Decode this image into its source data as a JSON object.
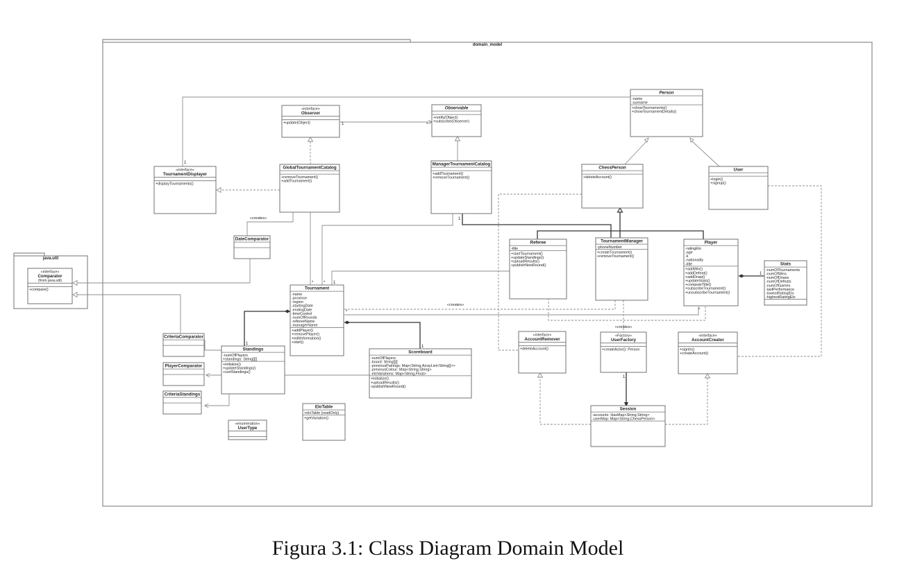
{
  "caption": "Figura 3.1: Class Diagram Domain Model",
  "packages": {
    "domain_model": "domain_model",
    "java_util": "java.util"
  },
  "classes": {
    "person": {
      "name": "Person",
      "attributes": [
        "-name",
        "-surname"
      ],
      "methods": [
        "+showTournaments()",
        "+showTournamentDetails()"
      ]
    },
    "observer": {
      "stereotype": "«interface»",
      "name": "Observer",
      "attributes": [],
      "methods": [
        "+update(Object)"
      ]
    },
    "observable": {
      "name": "Observable",
      "attributes": [],
      "methods": [
        "+notify(Object)",
        "+subscribe(Observer)"
      ]
    },
    "tournament_displayer": {
      "stereotype": "«interface»",
      "name": "TournamentDisplayer",
      "attributes": [],
      "methods": [
        "+displayTournaments()"
      ]
    },
    "global_catalog": {
      "name": "GlobalTournamentCatalog",
      "attributes": [],
      "methods": [
        "+removeTournament()",
        "+addTournament()"
      ]
    },
    "manager_catalog": {
      "name": "ManagerTournamentCatalog",
      "attributes": [],
      "methods": [
        "+addTournament()",
        "+removeTournament()"
      ]
    },
    "chess_person": {
      "name": "ChessPerson",
      "attributes": [],
      "methods": [
        "+deleteAccount()"
      ]
    },
    "user": {
      "name": "User",
      "attributes": [],
      "methods": [
        "+login()",
        "+signup()"
      ]
    },
    "date_comparator": {
      "name": "DateComparator",
      "attributes": [],
      "methods": []
    },
    "comparator": {
      "stereotype": "«interface»",
      "name": "Comparator",
      "subtitle": "(from java.util)",
      "attributes": [],
      "methods": [
        "+compare()"
      ]
    },
    "referee": {
      "name": "Referee",
      "attributes": [
        "-title"
      ],
      "methods": [
        "+startTournament()",
        "+updateStandings()",
        "+uploadResults()",
        "+publishNewRound()"
      ]
    },
    "tournament_manager": {
      "name": "TournamentManager",
      "attributes": [
        "-phoneNumber"
      ],
      "methods": [
        "+createTournament()",
        "+removeTournament()"
      ]
    },
    "player": {
      "name": "Player",
      "attributes": [
        "-ratingElo",
        "-age",
        "-k",
        "-nationality",
        "-title"
      ],
      "methods": [
        "+addWin()",
        "+addDefeat()",
        "+addDraw()",
        "+updateStats()",
        "+computeTitle()",
        "+subscribeTournament()",
        "+unsubscribeTournament()"
      ]
    },
    "stats": {
      "name": "Stats",
      "attributes": [
        "-numOfTournaments",
        "-numOfWins",
        "-numOfDraws",
        "-numOfDefeats",
        "-numOfGames",
        "-lastPerformance",
        "-lowestRatingElo",
        "-highestRatingElo"
      ],
      "methods": []
    },
    "tournament": {
      "name": "Tournament",
      "attributes": [
        "-name",
        "-province",
        "-region",
        "-startingDate",
        "-endingDate",
        "-timeControl",
        "-numOfRounds",
        "-refereeName",
        "-managerName"
      ],
      "methods": [
        "+addPlayer()",
        "+removePlayer()",
        "+editInformation()",
        "+start()"
      ]
    },
    "criteria_comparator": {
      "name": "CriteriaComparator",
      "attributes": [],
      "methods": []
    },
    "player_comparator": {
      "name": "PlayerComparator",
      "attributes": [],
      "methods": []
    },
    "criteria_standings": {
      "name": "CriteriaStandings",
      "attributes": [],
      "methods": []
    },
    "standings": {
      "name": "Standings",
      "attributes": [
        "-numOfPlayers",
        "+standings: String[][]"
      ],
      "methods": [
        "+initialize()",
        "+updateStandings()",
        "+sortStandings()"
      ]
    },
    "scoreboard": {
      "name": "Scoreboard",
      "attributes": [
        "-numOfPlayers",
        "-board: String[][]",
        "-previousPairings: Map<String,ArrayList<String[]>>",
        "-previousColour: Map<String,String>",
        "-eloVariations: Map<String,Float>"
      ],
      "methods": [
        "+initialize()",
        "+uploadResults()",
        "+publishNewRound()"
      ]
    },
    "account_remover": {
      "stereotype": "«interface»",
      "name": "AccountRemover",
      "attributes": [],
      "methods": [
        "+deleteAccount()"
      ]
    },
    "user_factory": {
      "stereotype": "«Factory»",
      "name": "UserFactory",
      "attributes": [],
      "methods": [
        "+createActor(): Person"
      ]
    },
    "account_creator": {
      "stereotype": "«interface»",
      "name": "AccountCreator",
      "attributes": [],
      "methods": [
        "+signIn()",
        "+createAccount()"
      ]
    },
    "session": {
      "name": "Session",
      "attributes": [
        "-accounts: HasMap<String,String>",
        "-userMap: Map<String,ChessPerson>"
      ],
      "methods": []
    },
    "elo_table": {
      "name": "EloTable",
      "attributes": [
        "+eloTable {readOnly}"
      ],
      "methods": [
        "+getVariation()"
      ]
    },
    "user_type": {
      "stereotype": "«enumeration»",
      "name": "UserType",
      "attributes": [],
      "methods": []
    }
  },
  "labels": {
    "creates_date": "«creates»",
    "creates_tournament": "«creates»",
    "creates_factory": "«creates»"
  },
  "multiplicities": {
    "displayer_person": "1",
    "observer_observable_1": "1",
    "observer_observable_star": "*",
    "global_tournament": "*",
    "manager_catalog_1": "1",
    "tournament_star": "*",
    "tournament_1": "1",
    "tournament_referee_star": "*",
    "standings_1": "1",
    "scoreboard_1": "1",
    "stats_1": "1",
    "player_star": "*",
    "factory_1": "1"
  }
}
